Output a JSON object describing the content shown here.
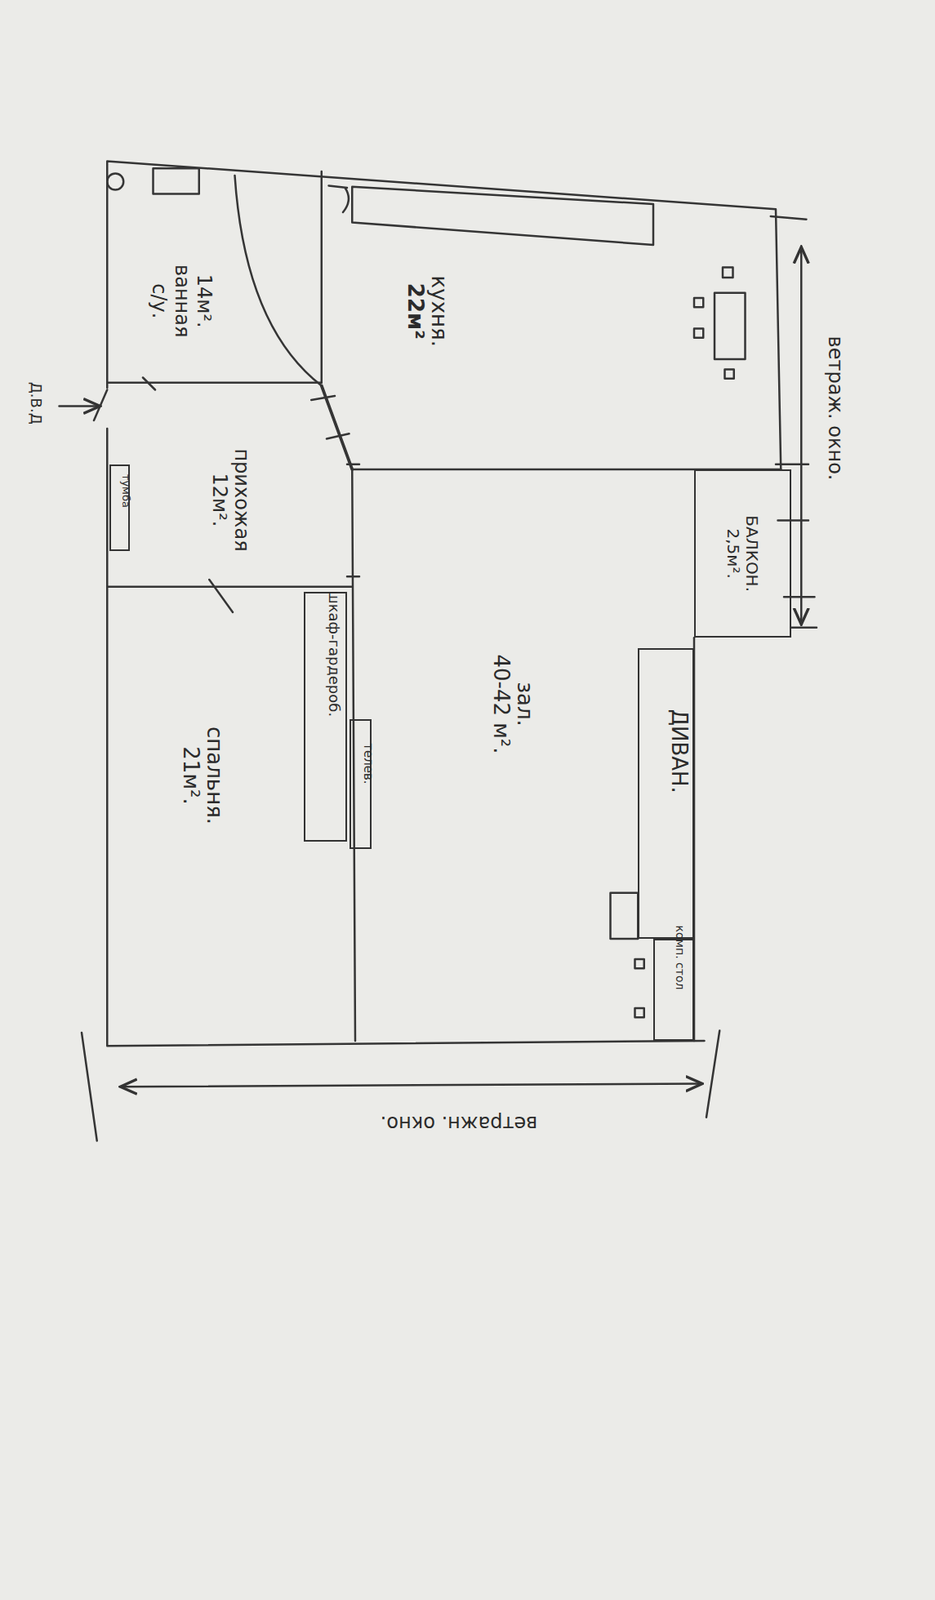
{
  "diagram": {
    "nodes": [
      {
        "text": [
          "кухня.",
          "22м²"
        ]
      },
      {
        "text": [
          "БАЛКОН.",
          "2,5м²."
        ]
      },
      {
        "text": [
          "зал.",
          "40-42 м²."
        ]
      },
      {
        "text": [
          "ДИВАН."
        ],
        "in": 2
      },
      {
        "text": [
          "комп. стол"
        ],
        "in": 2
      },
      {
        "text": [
          "телев."
        ],
        "in": 2
      },
      {
        "text": [
          "14м².",
          "ванная",
          "с/у."
        ]
      },
      {
        "text": [
          "прихожая",
          "12м²."
        ]
      },
      {
        "text": [
          "тумба"
        ],
        "in": 7
      },
      {
        "text": [
          "спальня.",
          "21м²."
        ]
      },
      {
        "text": [
          "шкаф-гардероб."
        ],
        "in": 9
      }
    ],
    "labels": [
      "ветраж. окно.",
      "ветражн. окно.",
      "Д.В.Д"
    ]
  }
}
